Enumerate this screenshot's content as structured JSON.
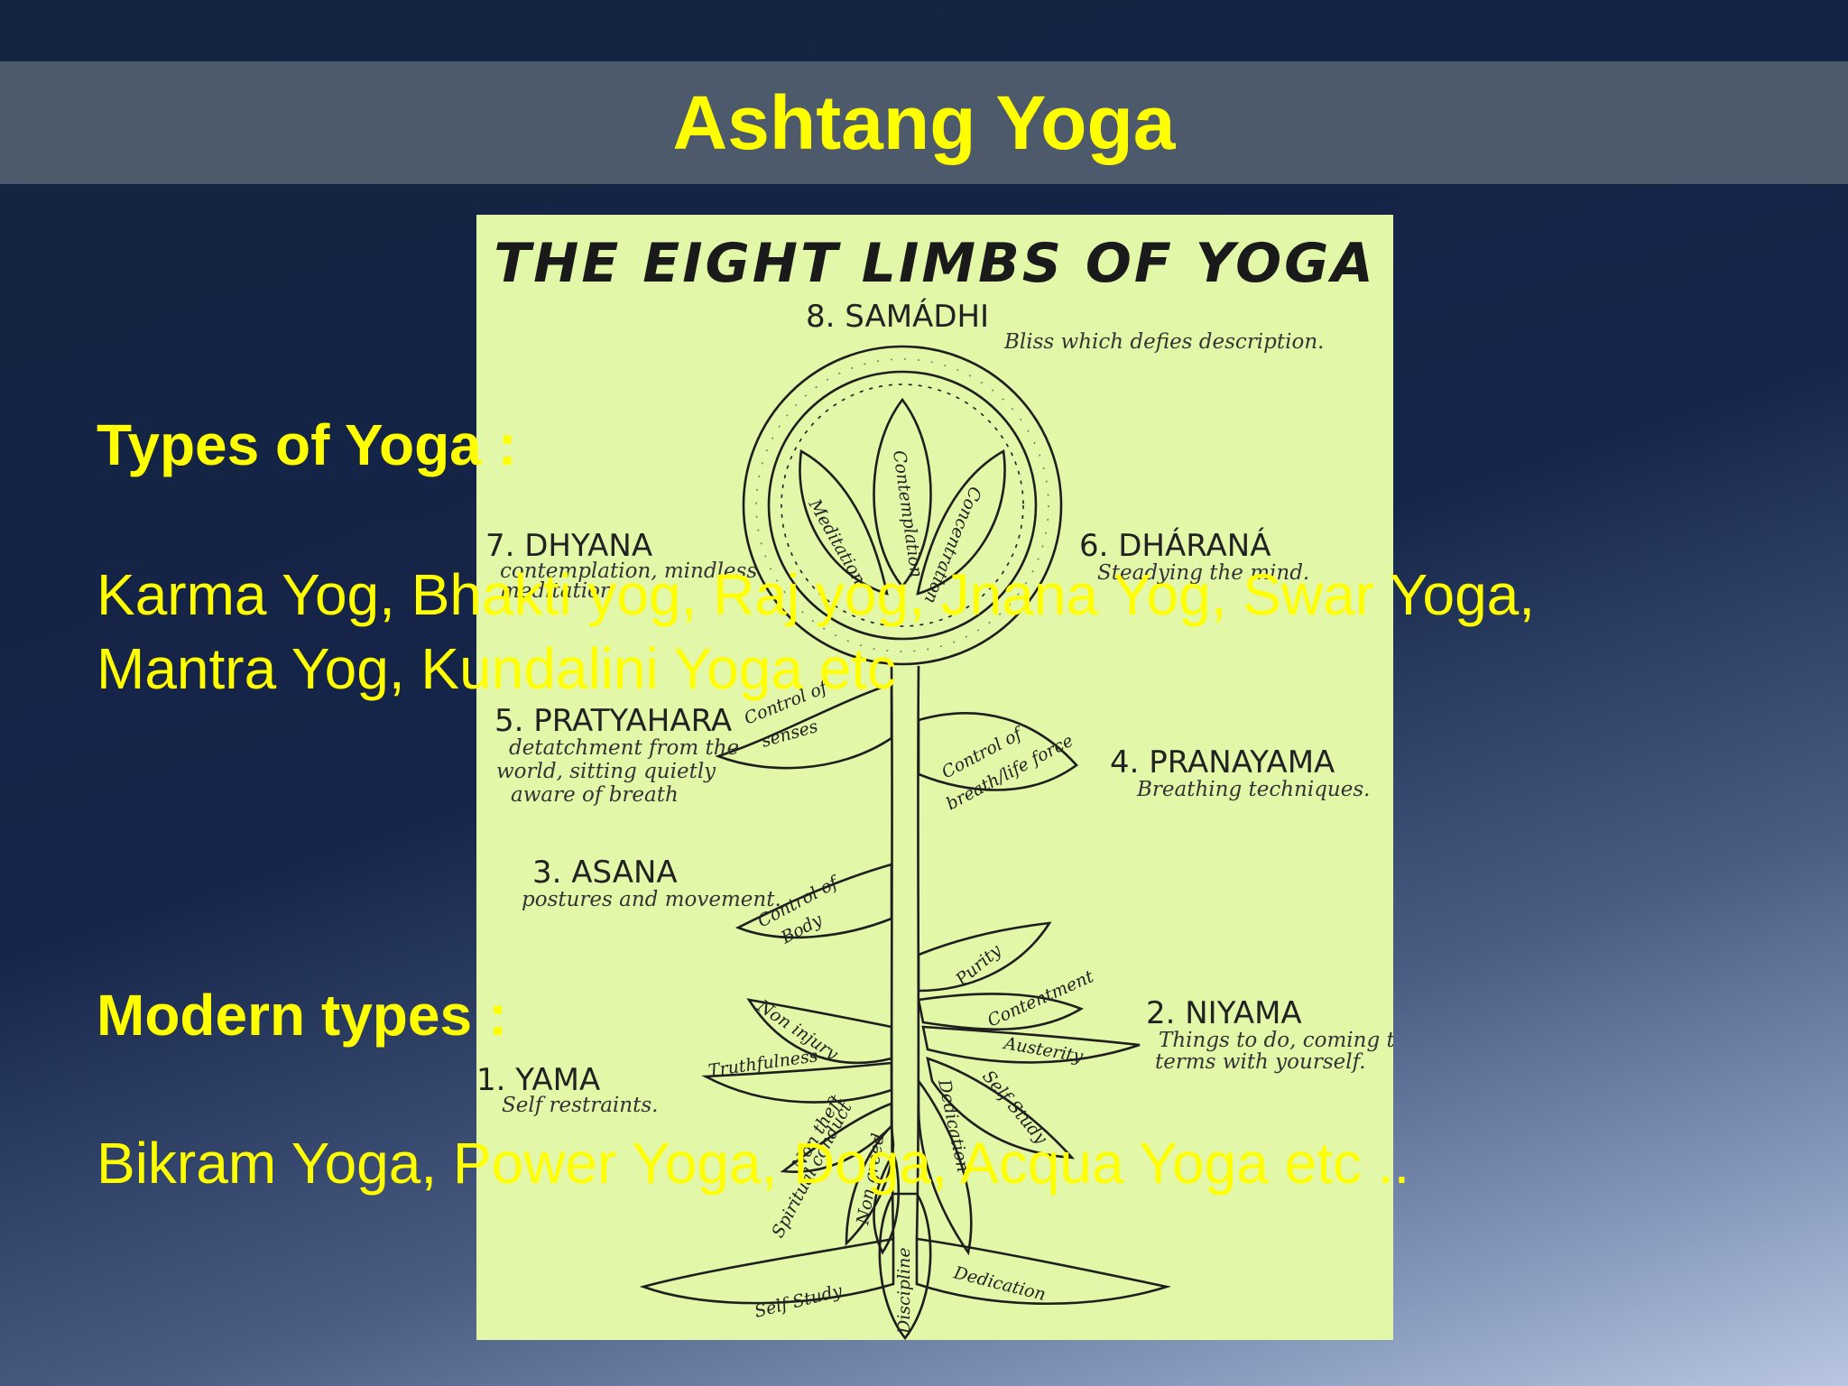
{
  "slide": {
    "title": "Ashtang Yoga",
    "types_heading": "Types of Yoga :",
    "types_line1": "Karma Yog, Bhakti yog, Raj yog, Jnana Yog, Swar Yoga,",
    "types_line2": "Mantra Yog, Kundalini Yoga etc",
    "modern_heading": "Modern types :",
    "modern_line": "Bikram Yoga, Power Yoga, Doga, Acqua Yoga etc .."
  },
  "diagram": {
    "title": "THE EIGHT LIMBS OF YOGA",
    "samadhi": "8. SAMÁDHI",
    "samadhi_desc": "Bliss which defies description.",
    "dhyana": "7. DHYANA",
    "dhyana_desc1": "contemplation, mindless",
    "dhyana_desc2": "meditation",
    "dharana": "6. DHÁRANÁ",
    "dharana_desc": "Steadying the mind.",
    "pratyahara": "5. PRATYAHARA",
    "pratyahara_desc1": "detatchment from the",
    "pratyahara_desc2": "world, sitting quietly",
    "pratyahara_desc3": "aware of breath",
    "pranayama": "4. PRANAYAMA",
    "pranayama_desc": "Breathing techniques.",
    "asana": "3. ASANA",
    "asana_desc": "postures and movement.",
    "niyama": "2. NIYAMA",
    "niyama_desc1": "Things to do, coming to",
    "niyama_desc2": "terms with yourself.",
    "yama": "1. YAMA",
    "yama_desc": "Self restraints.",
    "petal_meditation": "Meditation",
    "petal_contemplation": "Contemplation",
    "petal_concentration": "Concentration",
    "leaf_senses1": "Control of",
    "leaf_senses2": "senses",
    "leaf_breath1": "Control of",
    "leaf_breath2": "breath/life force",
    "leaf_body1": "Control of",
    "leaf_body2": "Body",
    "leaf_purity": "Purity",
    "leaf_contentment": "Contentment",
    "leaf_austerity": "Austerity",
    "leaf_selfstudy": "Self Study",
    "leaf_dedication": "Dedication",
    "leaf_noninjury": "Non injury",
    "leaf_truthfulness": "Truthfulness",
    "leaf_nontheft": "Non theft",
    "leaf_spiritual": "Spiritual conduct",
    "leaf_nongreed": "Non greed",
    "root_selfstudy": "Self Study",
    "root_discipline": "Discipline",
    "root_dedication": "Dedication"
  }
}
